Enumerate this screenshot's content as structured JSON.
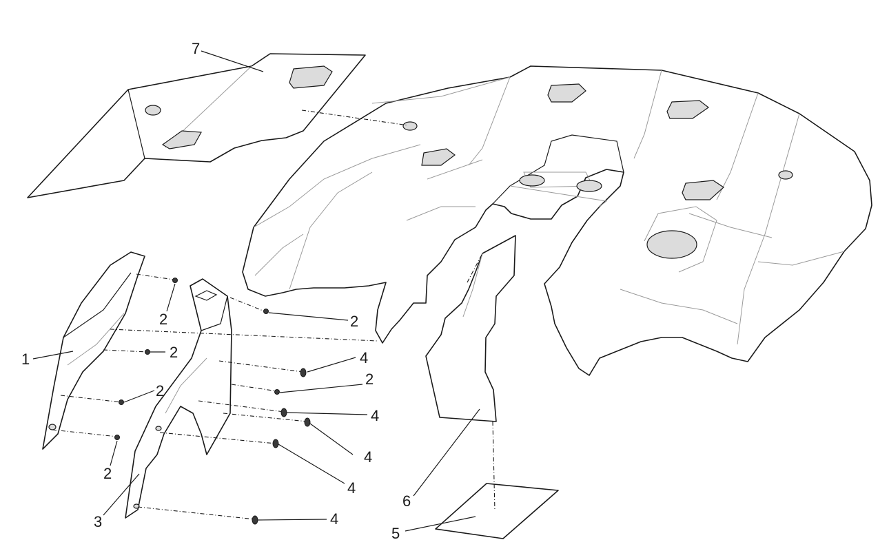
{
  "callouts": {
    "c1": "1",
    "c2a": "2",
    "c2b": "2",
    "c2c": "2",
    "c2d": "2",
    "c2e": "2",
    "c2f": "2",
    "c3": "3",
    "c4a": "4",
    "c4b": "4",
    "c4c": "4",
    "c4d": "4",
    "c4e": "4",
    "c5": "5",
    "c6": "6",
    "c7": "7"
  }
}
